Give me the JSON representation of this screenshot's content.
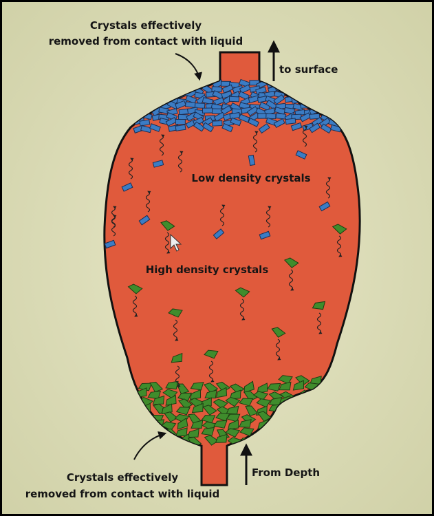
{
  "labels": {
    "top_caption_line1": "Crystals effectively",
    "top_caption_line2": "removed from contact with liquid",
    "to_surface": "to surface",
    "low_density": "Low density crystals",
    "high_density": "High density crystals",
    "bottom_caption_line1": "Crystals effectively",
    "bottom_caption_line2": "removed from contact with liquid",
    "from_depth": "From Depth"
  },
  "colors": {
    "background": "#d9dab6",
    "magma": "#e05a3c",
    "low_density_crystal": "#3b7cc4",
    "high_density_crystal": "#3f8c2c",
    "outline": "#111111"
  }
}
